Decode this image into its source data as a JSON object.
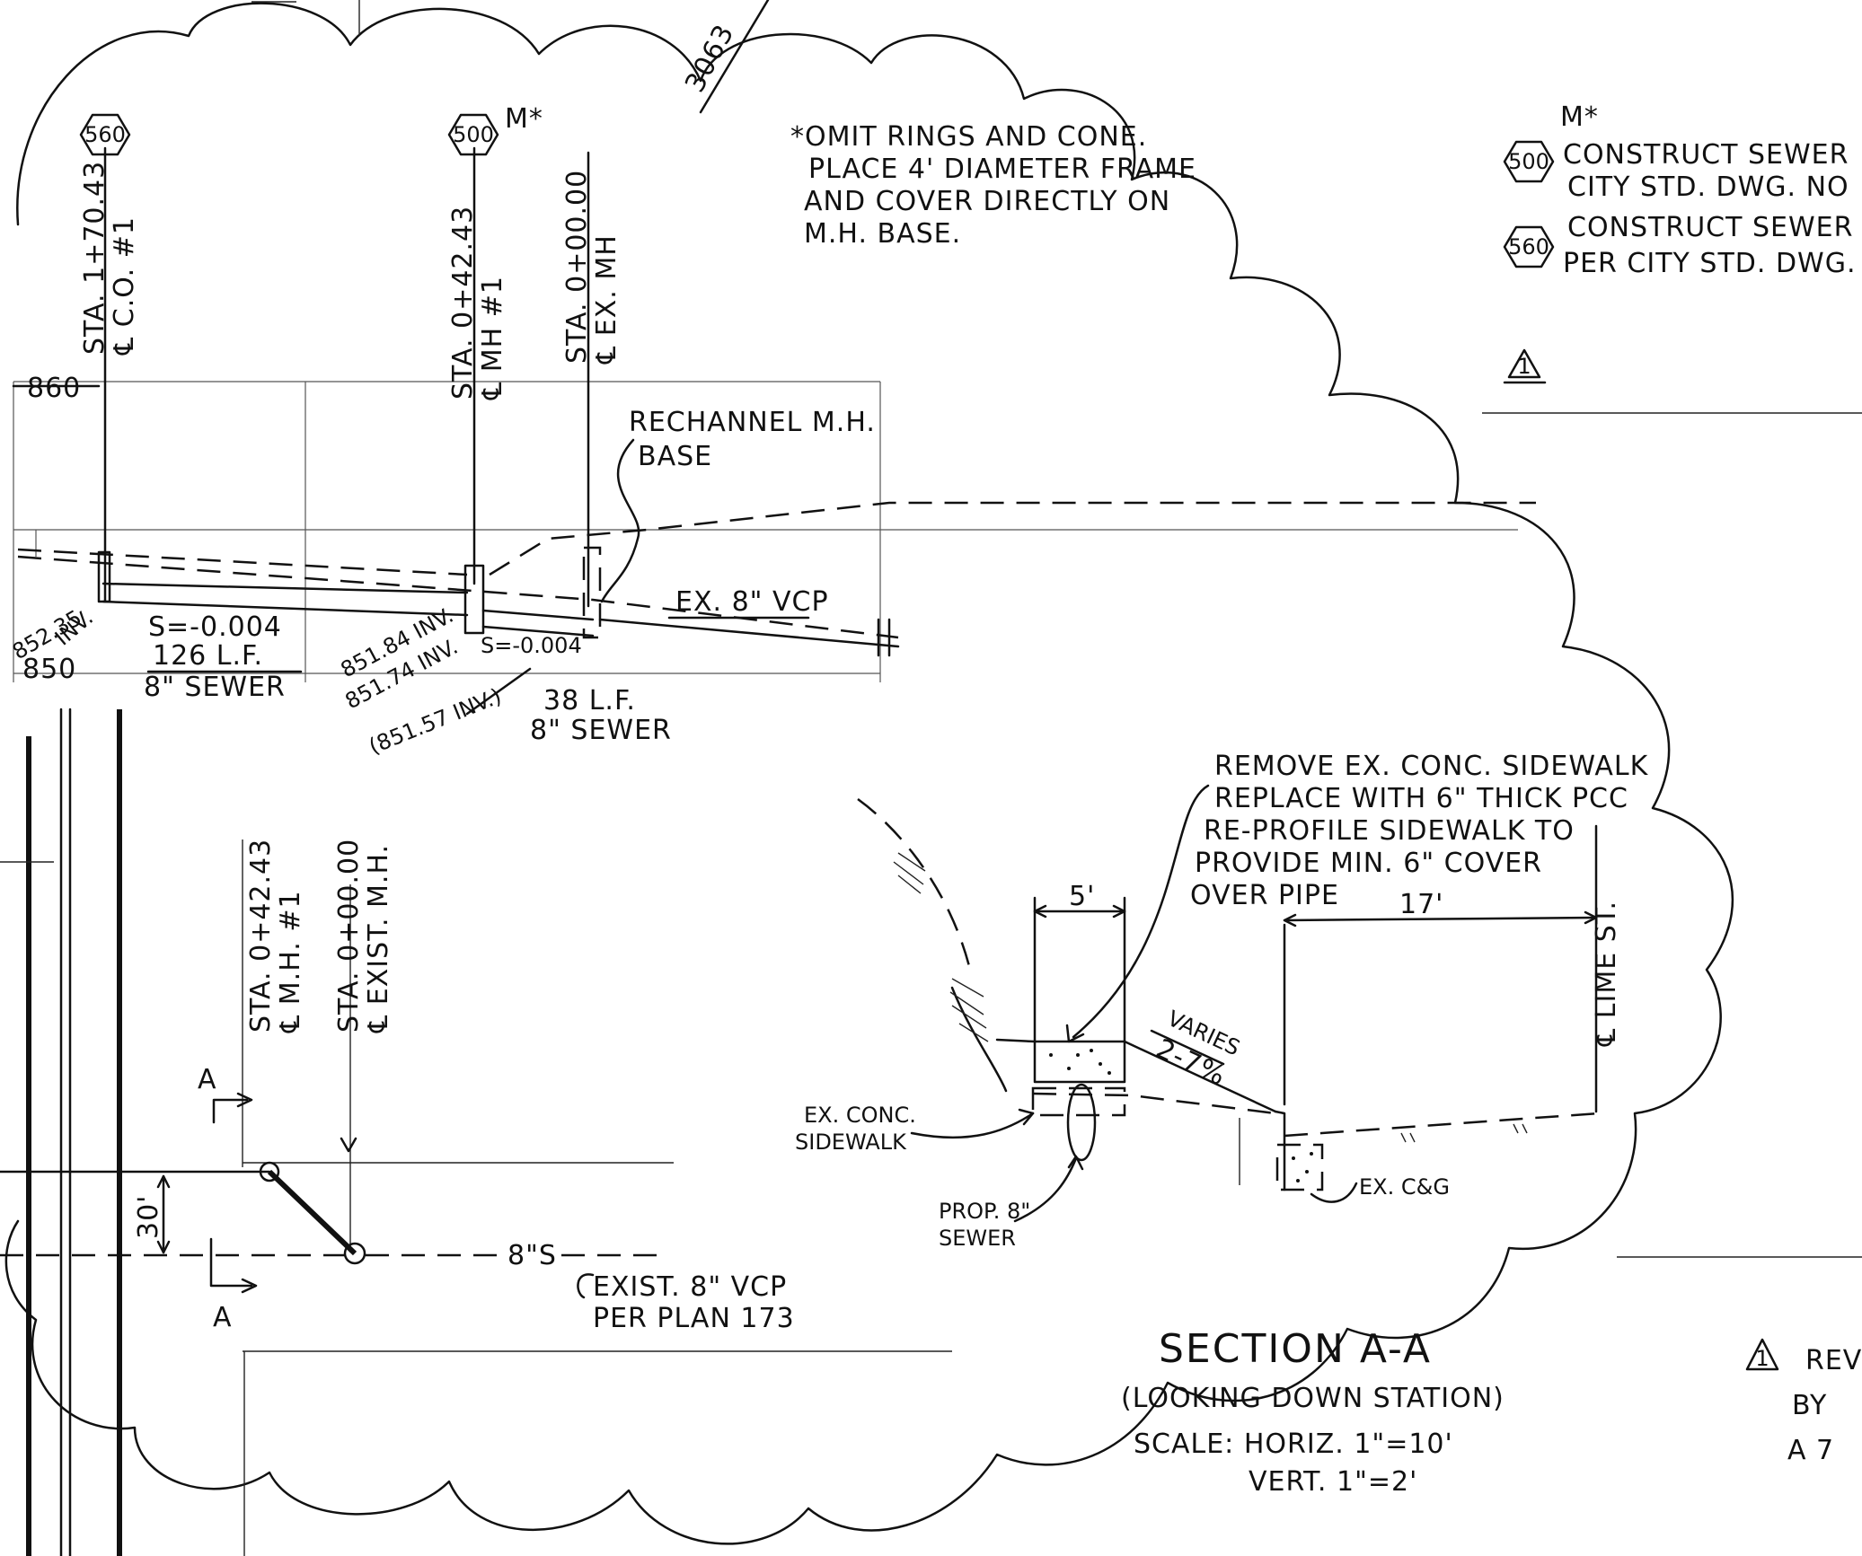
{
  "drawing": {
    "north_distance": "3063",
    "notes": {
      "omit": [
        "*OMIT RINGS AND CONE.",
        "PLACE 4' DIAMETER FRAME",
        "AND COVER DIRECTLY ON",
        "M.H. BASE."
      ],
      "legend_500_marker": "M*",
      "legend_500_number": "500",
      "legend_500_lines": [
        "CONSTRUCT SEWER",
        "CITY STD. DWG. NO"
      ],
      "legend_560_number": "560",
      "legend_560_lines": [
        "CONSTRUCT SEWER",
        "PER CITY STD. DWG."
      ],
      "revision_symbol": "1",
      "revision_text": [
        "REV",
        "BY",
        "A 7"
      ]
    },
    "profile": {
      "tags": [
        {
          "number": "560",
          "marker": ""
        },
        {
          "number": "500",
          "marker": "M*"
        }
      ],
      "stations": [
        "STA. 1+70.43",
        "℄ C.O. #1",
        "STA. 0+42.43",
        "℄ MH #1",
        "STA. 0+00.00",
        "℄ EX. MH"
      ],
      "elev_860": "860",
      "elev_850": "850",
      "rechannel": [
        "RECHANNEL M.H.",
        "BASE"
      ],
      "ex_pipe": "EX. 8\" VCP",
      "inv_c_o": "852.35",
      "inv_label": "INV.",
      "slope_1": "S=-0.004",
      "length_1": "126 L.F.",
      "size_1": "8\" SEWER",
      "inv_mh1_in": "851.84 INV.",
      "inv_mh1_out": "851.74 INV.",
      "slope_2": "S=-0.004",
      "inv_ex": "(851.57 INV.)",
      "length_2": "38 L.F.",
      "size_2": "8\" SEWER"
    },
    "plan": {
      "stations": [
        "STA. 0+42.43",
        "℄ M.H. #1",
        "STA. 0+00.00",
        "℄ EXIST. M.H."
      ],
      "section_mark": "A",
      "offset": "30'",
      "pipe_label": "8\"S",
      "exist_pipe": [
        "EXIST. 8\" VCP",
        "PER PLAN 173"
      ]
    },
    "section": {
      "remove_note": [
        "REMOVE EX. CONC. SIDEWALK",
        "REPLACE WITH 6\" THICK PCC",
        "RE-PROFILE SIDEWALK TO",
        "PROVIDE MIN. 6\" COVER",
        "OVER PIPE"
      ],
      "dim_5": "5'",
      "dim_17": "17'",
      "lime_st": "℄ LIME ST.",
      "varies": "VARIES",
      "slope": "2-7%",
      "ex_sidewalk": [
        "EX. CONC.",
        "SIDEWALK"
      ],
      "prop_sewer": [
        "PROP. 8\"",
        "SEWER"
      ],
      "ex_cg": "EX. C&G",
      "title": "SECTION A-A",
      "subtitle": "(LOOKING DOWN STATION)",
      "scale_h": "SCALE: HORIZ. 1\"=10'",
      "scale_v": "VERT. 1\"=2'"
    }
  }
}
